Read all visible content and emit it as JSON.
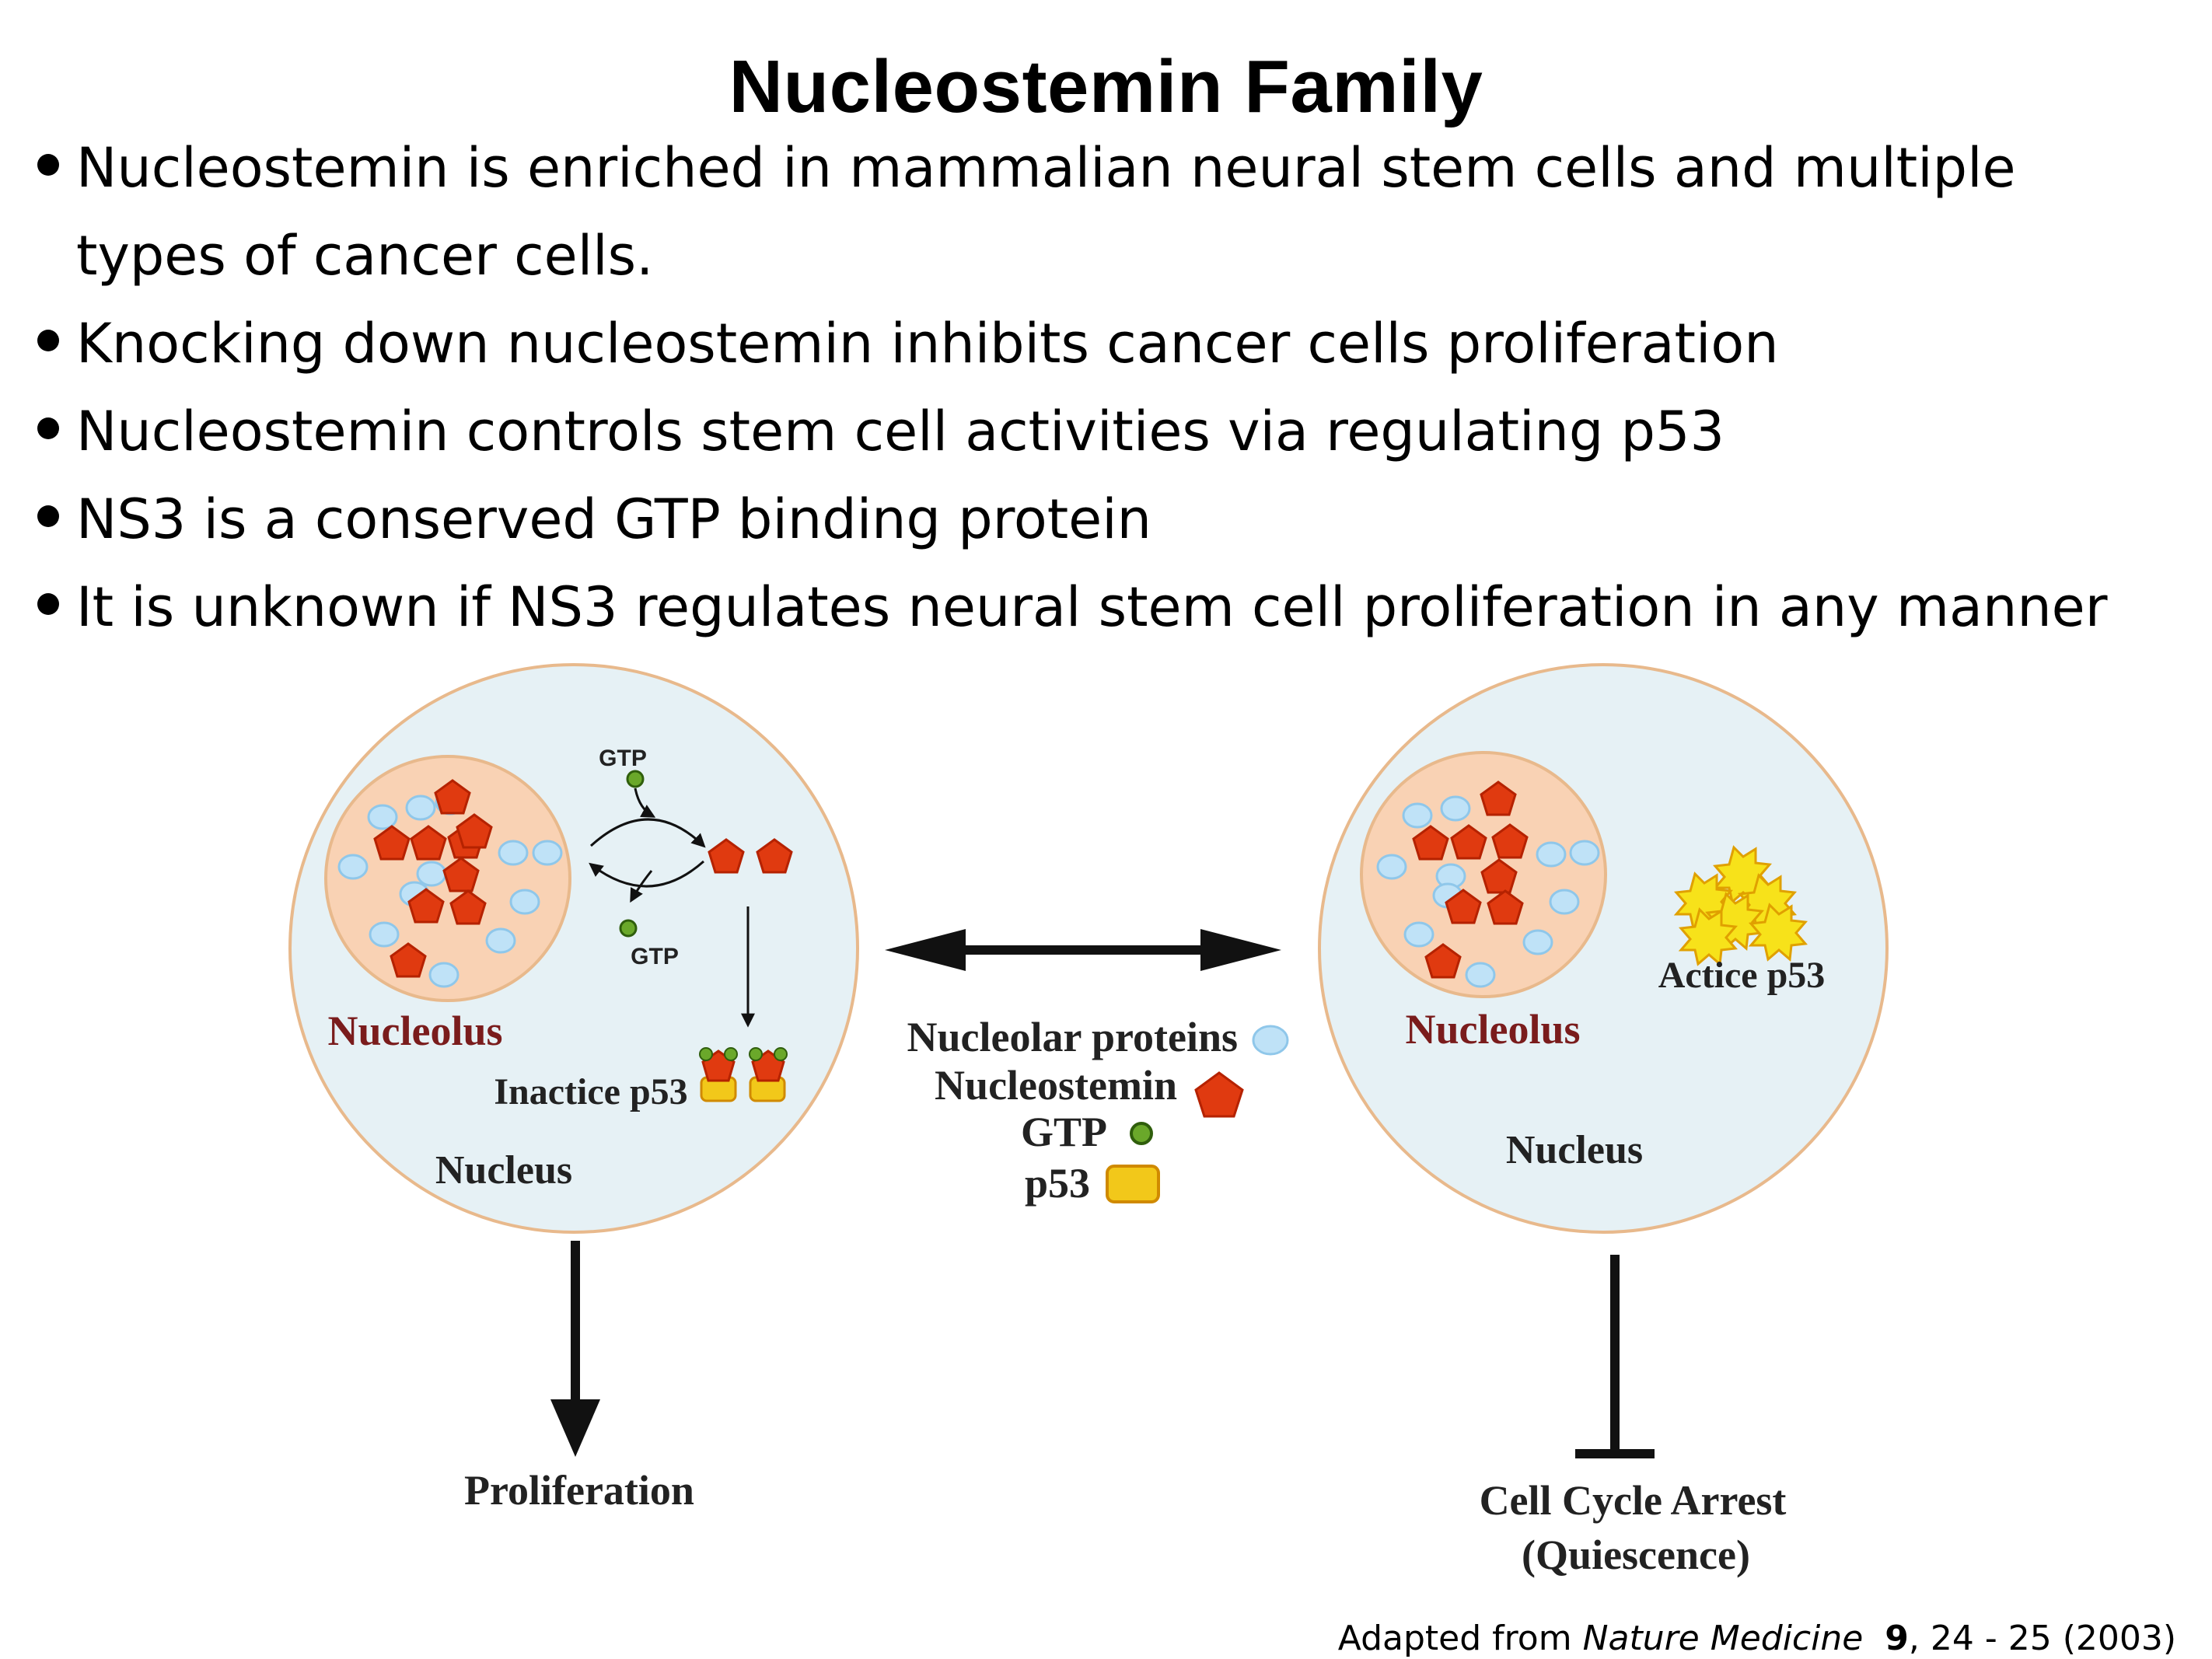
{
  "title": "Nucleostemin Family",
  "bullets": [
    {
      "line1": "Nucleostemin is enriched in mammalian neural stem cells and multiple",
      "line2": "types of cancer cells."
    },
    {
      "line1": "Knocking down nucleostemin inhibits cancer cells proliferation",
      "line2": ""
    },
    {
      "line1": "Nucleostemin controls stem cell activities via regulating p53",
      "line2": ""
    },
    {
      "line1": "NS3 is a conserved GTP binding protein",
      "line2": ""
    },
    {
      "line1": "It is unknown if NS3 regulates neural stem cell proliferation in any manner",
      "line2": ""
    }
  ],
  "diagram": {
    "left_cell": {
      "nucleolus_label": "Nucleolus",
      "nucleus_label": "Nucleus",
      "gtp_top": "GTP",
      "gtp_bottom": "GTP",
      "p53_label": "Inactice p53",
      "outcome": "Proliferation"
    },
    "right_cell": {
      "nucleolus_label": "Nucleolus",
      "nucleus_label": "Nucleus",
      "p53_label": "Actice p53",
      "outcome_line1": "Cell Cycle Arrest",
      "outcome_line2": "(Quiescence)"
    },
    "legend": [
      {
        "label": "Nucleolar proteins",
        "icon": "blue-circle-icon"
      },
      {
        "label": "Nucleostemin",
        "icon": "red-pentagon-icon"
      },
      {
        "label": "GTP",
        "icon": "green-dot-icon"
      },
      {
        "label": "p53",
        "icon": "yellow-square-icon"
      }
    ],
    "colors": {
      "cell_fill": "#e6f1f5",
      "cell_border": "#e8b98c",
      "nucleolus_fill": "#f9d2b4",
      "nucleolus_label": "#7a1c1c",
      "nucleostemin_red": "#e03a10",
      "nucleolar_blue": "#bfe2f7",
      "gtp_green": "#6aa82a",
      "p53_yellow": "#f2c81a",
      "active_p53_yellow": "#f7e21a"
    }
  },
  "credit": {
    "prefix": "Adapted from ",
    "journal": "Nature Medicine",
    "volume": "9",
    "pages": ", 24 - 25 (2003)"
  }
}
